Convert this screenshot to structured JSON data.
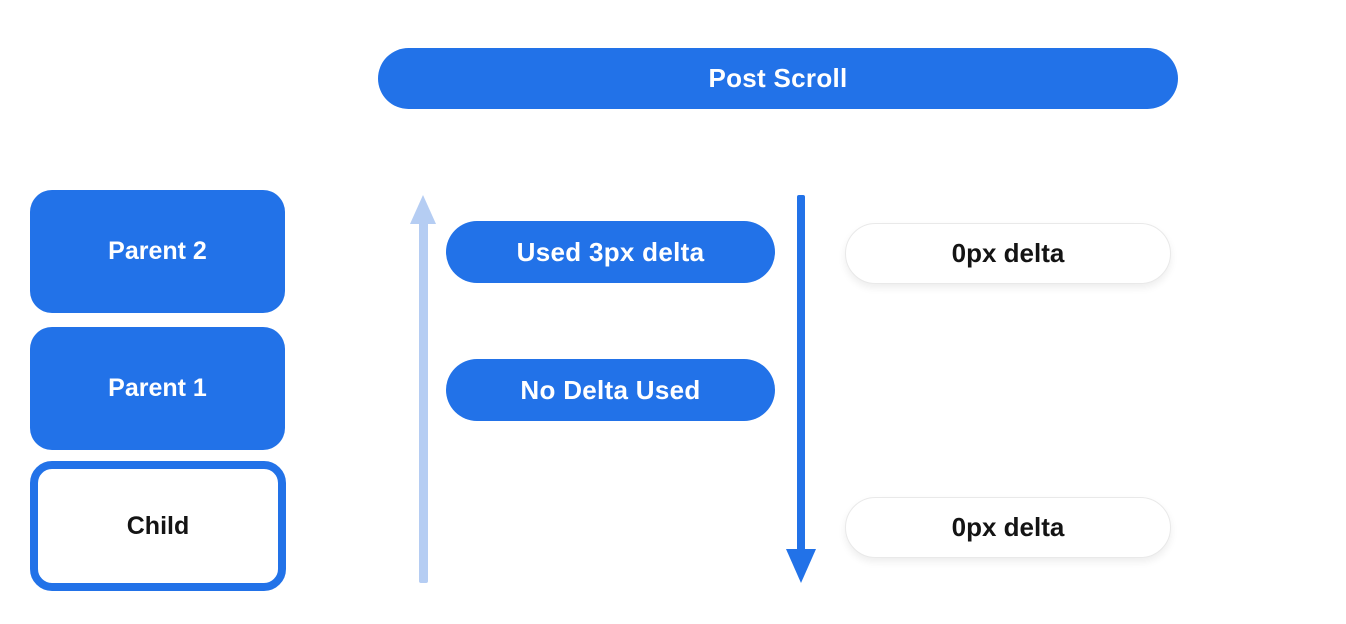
{
  "diagram": {
    "banner": {
      "label": "Post Scroll"
    },
    "left_column": {
      "parent2_label": "Parent 2",
      "parent1_label": "Parent 1",
      "child_label": "Child"
    },
    "middle_column": {
      "used_delta_label": "Used 3px delta",
      "no_delta_label": "No Delta Used"
    },
    "right_column": {
      "top_delta_label": "0px delta",
      "bottom_delta_label": "0px delta"
    },
    "arrows": {
      "up_arrow": "scroll-up-arrow",
      "down_arrow": "scroll-down-arrow"
    },
    "colors": {
      "primary_blue": "#2272e8",
      "light_blue": "#b5cdf3",
      "pill_white": "#ffffff",
      "pill_border": "#e9e9e9",
      "text_white": "#ffffff",
      "text_black": "#141414"
    }
  }
}
